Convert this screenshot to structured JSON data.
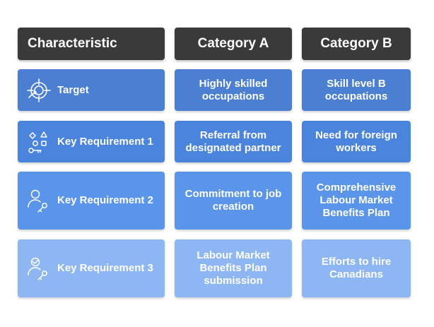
{
  "table": {
    "headers": [
      "Characteristic",
      "Category A",
      "Category B"
    ],
    "rows": [
      {
        "label": "Target",
        "icon": "target-icon",
        "color": "#4a7fd1",
        "category_a": "Highly skilled\noccupations",
        "category_b": "Skill level B\noccupations"
      },
      {
        "label": "Key Requirement 1",
        "icon": "shapes-key-icon",
        "color": "#4a84dc",
        "category_a": "Referral from\ndesignated partner",
        "category_b": "Need for foreign\nworkers"
      },
      {
        "label": "Key Requirement 2",
        "icon": "person-key-icon",
        "color": "#5b95ea",
        "category_a": "Commitment to job\ncreation",
        "category_b": "Comprehensive\nLabour Market\nBenefits Plan"
      },
      {
        "label": "Key Requirement 3",
        "icon": "person-key-icon",
        "color": "#8db6f3",
        "category_a": "Labour Market\nBenefits Plan\nsubmission",
        "category_b": "Efforts to hire\nCanadians"
      }
    ]
  },
  "colors": {
    "header_bg": "#3a3a3a",
    "text": "#ffffff"
  }
}
